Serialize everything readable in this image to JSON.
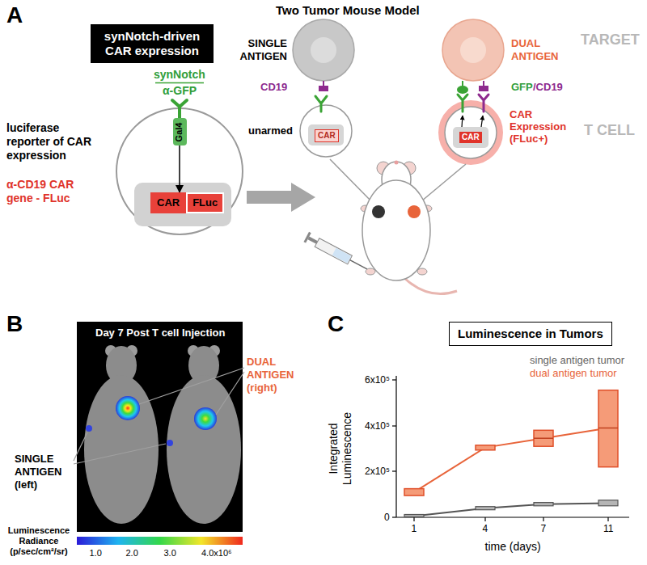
{
  "diagram": {
    "nodes": [
      {
        "text": [
          "synNotch-driven CAR expression"
        ]
      },
      {
        "text": [
          "Gal4"
        ]
      },
      {
        "text": [
          "CAR",
          "FLuc"
        ]
      },
      {
        "text": [
          "CAR"
        ]
      },
      {
        "text": [
          "CAR"
        ]
      },
      {
        "text": [
          "Luminescence in Tumors"
        ]
      }
    ],
    "edges": [
      {
        "from": 1,
        "to": 2,
        "arrow": "to"
      }
    ],
    "labels": [
      "A",
      "Two Tumor Mouse Model",
      "SINGLE ANTIGEN",
      "CD19",
      "DUAL ANTIGEN",
      "GFP",
      "/CD19",
      "TARGET",
      "unarmed",
      "CAR Expression (FLuc+)",
      "T CELL",
      "synNotch",
      "α-GFP",
      "luciferase reporter of CAR expression",
      "α-CD19 CAR gene - FLuc",
      "B",
      "Day 7 Post T cell Injection",
      "DUAL ANTIGEN (right)",
      "SINGLE ANTIGEN (left)",
      "Luminescence Radiance (p/sec/cm²/sr)",
      "1.0",
      "2.0",
      "3.0",
      "4.0x10⁶",
      "C",
      "Integrated Luminescence",
      "0",
      "2x10⁵",
      "4x10⁵",
      "6x10⁵",
      "1",
      "4",
      "7",
      "11",
      "time (days)"
    ],
    "legend": [
      {
        "text": "single antigen tumor",
        "color": "#666666"
      },
      {
        "text": "dual antigen tumor",
        "color": "#e8643a"
      }
    ]
  }
}
